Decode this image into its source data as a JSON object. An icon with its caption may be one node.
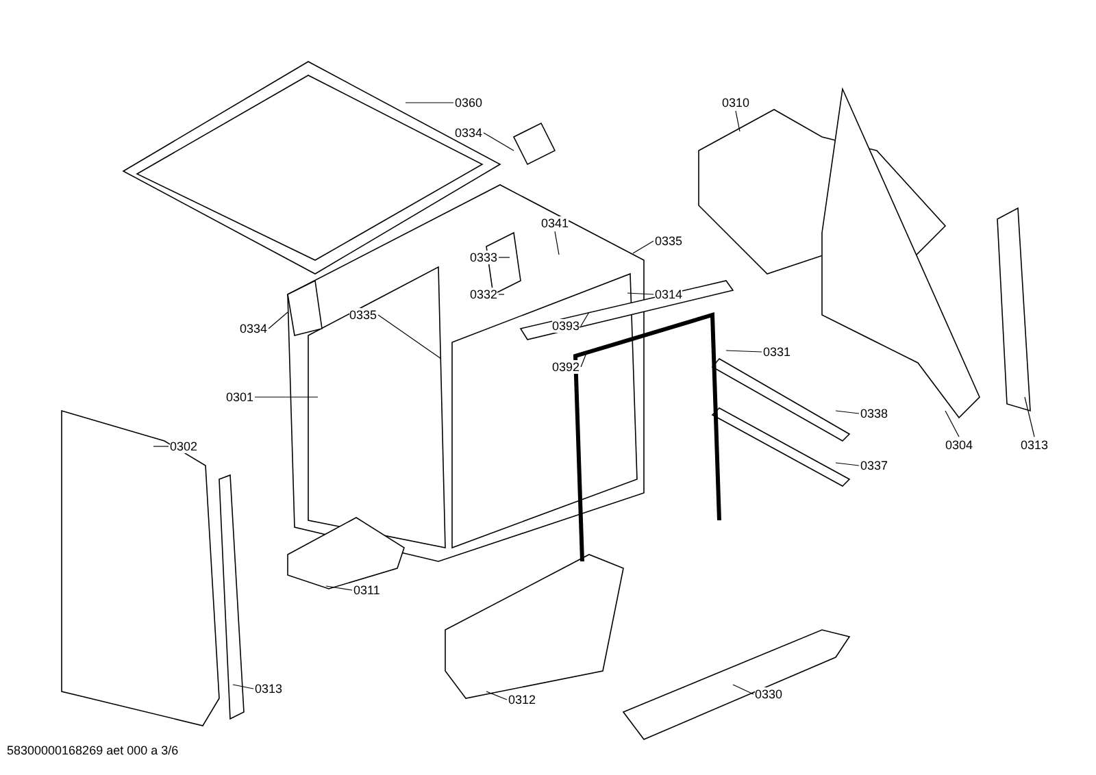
{
  "diagram": {
    "caption": "58300000168269 aet 000 a 3/6",
    "nodes": [
      {
        "text": [
          "0360"
        ]
      },
      {
        "text": [
          "0334"
        ]
      },
      {
        "text": [
          "0310"
        ]
      },
      {
        "text": [
          "0341"
        ]
      },
      {
        "text": [
          "0333"
        ]
      },
      {
        "text": [
          "0335"
        ]
      },
      {
        "text": [
          "0332"
        ]
      },
      {
        "text": [
          "0314"
        ]
      },
      {
        "text": [
          "0334"
        ]
      },
      {
        "text": [
          "0335"
        ]
      },
      {
        "text": [
          "0393"
        ]
      },
      {
        "text": [
          "0392"
        ]
      },
      {
        "text": [
          "0331"
        ]
      },
      {
        "text": [
          "0301"
        ]
      },
      {
        "text": [
          "0302"
        ]
      },
      {
        "text": [
          "0338"
        ]
      },
      {
        "text": [
          "0304"
        ]
      },
      {
        "text": [
          "0313"
        ]
      },
      {
        "text": [
          "0337"
        ]
      },
      {
        "text": [
          "0311"
        ]
      },
      {
        "text": [
          "0313"
        ]
      },
      {
        "text": [
          "0312"
        ]
      },
      {
        "text": [
          "0330"
        ]
      }
    ],
    "edges": [
      {
        "from": 0,
        "to": null,
        "arrow": "none"
      },
      {
        "from": 1,
        "to": null,
        "arrow": "none"
      },
      {
        "from": 2,
        "to": null,
        "arrow": "none"
      },
      {
        "from": 3,
        "to": null,
        "arrow": "none"
      },
      {
        "from": 4,
        "to": null,
        "arrow": "none"
      },
      {
        "from": 5,
        "to": null,
        "arrow": "none"
      },
      {
        "from": 6,
        "to": null,
        "arrow": "none"
      },
      {
        "from": 7,
        "to": null,
        "arrow": "none"
      },
      {
        "from": 8,
        "to": null,
        "arrow": "none"
      },
      {
        "from": 9,
        "to": null,
        "arrow": "none"
      },
      {
        "from": 10,
        "to": null,
        "arrow": "none"
      },
      {
        "from": 11,
        "to": null,
        "arrow": "none"
      },
      {
        "from": 12,
        "to": null,
        "arrow": "none"
      },
      {
        "from": 13,
        "to": null,
        "arrow": "none"
      },
      {
        "from": 14,
        "to": null,
        "arrow": "none"
      },
      {
        "from": 15,
        "to": null,
        "arrow": "none"
      },
      {
        "from": 16,
        "to": null,
        "arrow": "none"
      },
      {
        "from": 17,
        "to": null,
        "arrow": "none"
      },
      {
        "from": 18,
        "to": null,
        "arrow": "none"
      },
      {
        "from": 19,
        "to": null,
        "arrow": "none"
      },
      {
        "from": 20,
        "to": null,
        "arrow": "none"
      },
      {
        "from": 21,
        "to": null,
        "arrow": "none"
      },
      {
        "from": 22,
        "to": null,
        "arrow": "none"
      }
    ]
  }
}
